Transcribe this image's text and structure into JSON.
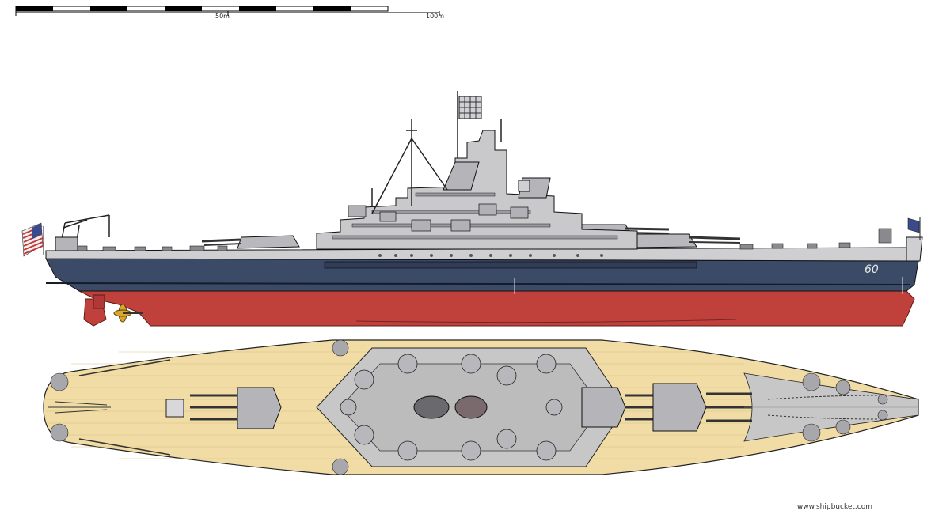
{
  "scale_bar": {
    "labels": [
      "50m",
      "100m"
    ]
  },
  "credit": {
    "text": "www.shipbucket.com"
  },
  "colors": {
    "hull_upper": "#3b4a66",
    "hull_lower": "#c0403c",
    "superstructure": "#c9c9cc",
    "deck_wood": "#f0dca4",
    "deck_steel": "#c8c7c7",
    "flag_red": "#c43a3a",
    "flag_blue": "#3a4a8a"
  },
  "icons": [
    "us-flag-icon",
    "crane-icon",
    "radar-icon",
    "propeller-icon",
    "anchor-chain-icon",
    "gun-turret-icon"
  ]
}
